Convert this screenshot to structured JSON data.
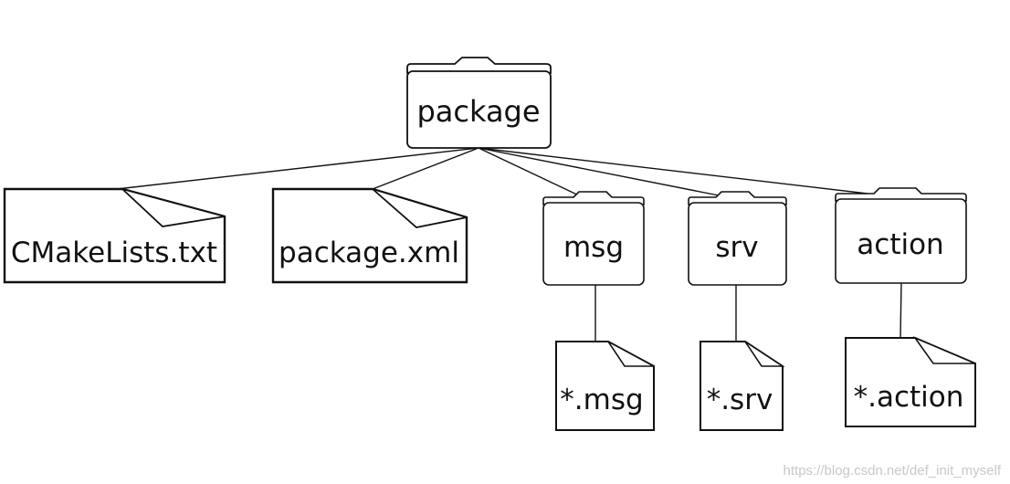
{
  "nodes": {
    "package": {
      "label": "package",
      "kind": "folder-icon"
    },
    "cmakelists": {
      "label": "CMakeLists.txt",
      "kind": "file-icon"
    },
    "package_xml": {
      "label": "package.xml",
      "kind": "file-icon"
    },
    "msg": {
      "label": "msg",
      "kind": "folder-icon"
    },
    "srv": {
      "label": "srv",
      "kind": "folder-icon"
    },
    "action": {
      "label": "action",
      "kind": "folder-icon"
    },
    "msg_files": {
      "label": "*.msg",
      "kind": "file-icon"
    },
    "srv_files": {
      "label": "*.srv",
      "kind": "file-icon"
    },
    "action_files": {
      "label": "*.action",
      "kind": "file-icon"
    }
  },
  "edges": [
    [
      "package",
      "cmakelists"
    ],
    [
      "package",
      "package_xml"
    ],
    [
      "package",
      "msg"
    ],
    [
      "package",
      "srv"
    ],
    [
      "package",
      "action"
    ],
    [
      "msg",
      "msg_files"
    ],
    [
      "srv",
      "srv_files"
    ],
    [
      "action",
      "action_files"
    ]
  ],
  "watermark": "https://blog.csdn.net/def_init_myself",
  "colors": {
    "stroke": "#111111",
    "background": "#ffffff",
    "watermark": "#c8c8c8"
  }
}
